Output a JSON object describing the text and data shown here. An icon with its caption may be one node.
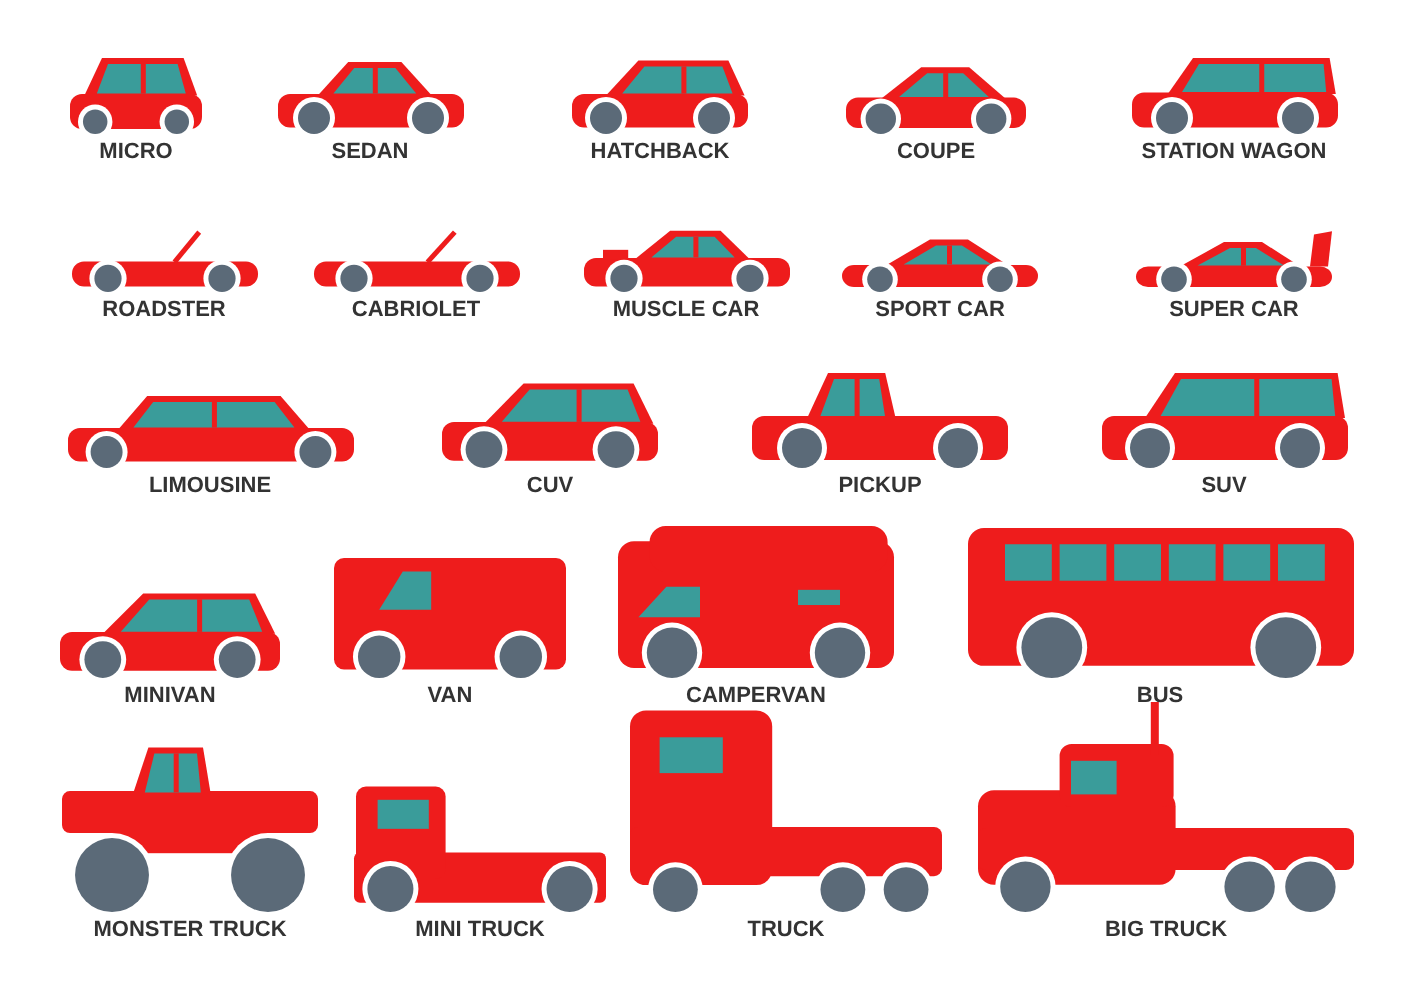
{
  "diagram": {
    "nodes": [
      {
        "text": [
          "MICRO"
        ]
      },
      {
        "text": [
          "SEDAN"
        ]
      },
      {
        "text": [
          "HATCHBACK"
        ]
      },
      {
        "text": [
          "COUPE"
        ]
      },
      {
        "text": [
          "STATION WAGON"
        ]
      },
      {
        "text": [
          "ROADSTER"
        ]
      },
      {
        "text": [
          "CABRIOLET"
        ]
      },
      {
        "text": [
          "MUSCLE CAR"
        ]
      },
      {
        "text": [
          "SPORT CAR"
        ]
      },
      {
        "text": [
          "SUPER CAR"
        ]
      },
      {
        "text": [
          "LIMOUSINE"
        ]
      },
      {
        "text": [
          "CUV"
        ]
      },
      {
        "text": [
          "PICKUP"
        ]
      },
      {
        "text": [
          "SUV"
        ]
      },
      {
        "text": [
          "MINIVAN"
        ]
      },
      {
        "text": [
          "VAN"
        ]
      },
      {
        "text": [
          "CAMPERVAN"
        ]
      },
      {
        "text": [
          "BUS"
        ]
      },
      {
        "text": [
          "MONSTER TRUCK"
        ]
      },
      {
        "text": [
          "MINI TRUCK"
        ]
      },
      {
        "text": [
          "TRUCK"
        ]
      },
      {
        "text": [
          "BIG TRUCK"
        ]
      }
    ]
  }
}
